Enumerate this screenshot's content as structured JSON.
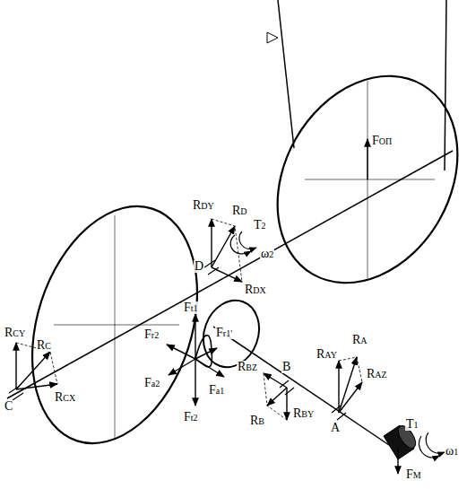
{
  "diagram": {
    "labels": [
      "FОП",
      "RDY",
      "RD",
      "T2",
      "ω2",
      "D",
      "RDX",
      "Ft1",
      "Fr2",
      "Fr1'",
      "Fa2",
      "Fa1",
      "Ft2",
      "RCY",
      "RC",
      "C",
      "RCX",
      "RBZ",
      "B",
      "RB",
      "RBY",
      "RAY",
      "RA",
      "RAZ",
      "A",
      "T1",
      "ω1",
      "FM"
    ]
  }
}
